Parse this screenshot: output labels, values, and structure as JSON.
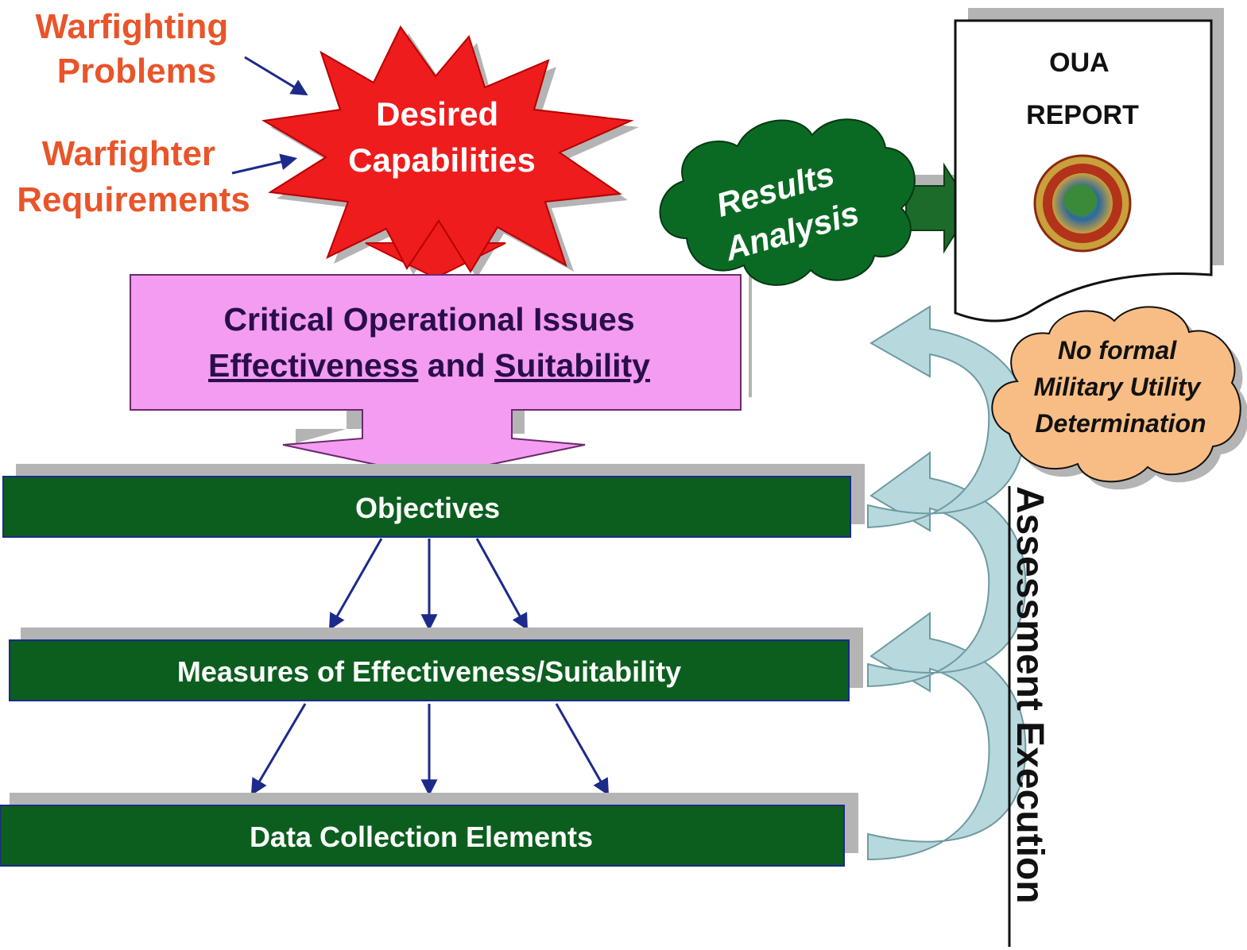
{
  "inputs": {
    "problems": [
      "Warfighting",
      "Problems"
    ],
    "requirements": [
      "Warfighter",
      "Requirements"
    ]
  },
  "burst": {
    "lines": [
      "Desired",
      "Capabilities"
    ]
  },
  "issues": {
    "line1": "Critical Operational Issues",
    "word_a": "Effectiveness",
    "joiner": " and ",
    "word_b": "Suitability"
  },
  "bars": {
    "objectives": "Objectives",
    "measures": "Measures of Effectiveness/Suitability",
    "data": "Data Collection Elements"
  },
  "results_cloud": {
    "lines": [
      "Results",
      "Analysis"
    ]
  },
  "report": {
    "lines": [
      "OUA",
      "REPORT"
    ]
  },
  "note_cloud": {
    "lines": [
      "No formal",
      "Military Utility",
      "Determination"
    ]
  },
  "side_label": "Assessment Execution",
  "colors": {
    "orange_text": "#e8552a",
    "burst_red": "#ee1c1c",
    "pink_box": "#f49cf2",
    "bar_green": "#0b5e1e",
    "cloud_green": "#0a6a23",
    "note_cloud": "#f8bd84",
    "loop_arrow": "#b7d9de",
    "arrow_blue": "#1c2a8a",
    "shadow_gray": "#b4b4b4"
  }
}
